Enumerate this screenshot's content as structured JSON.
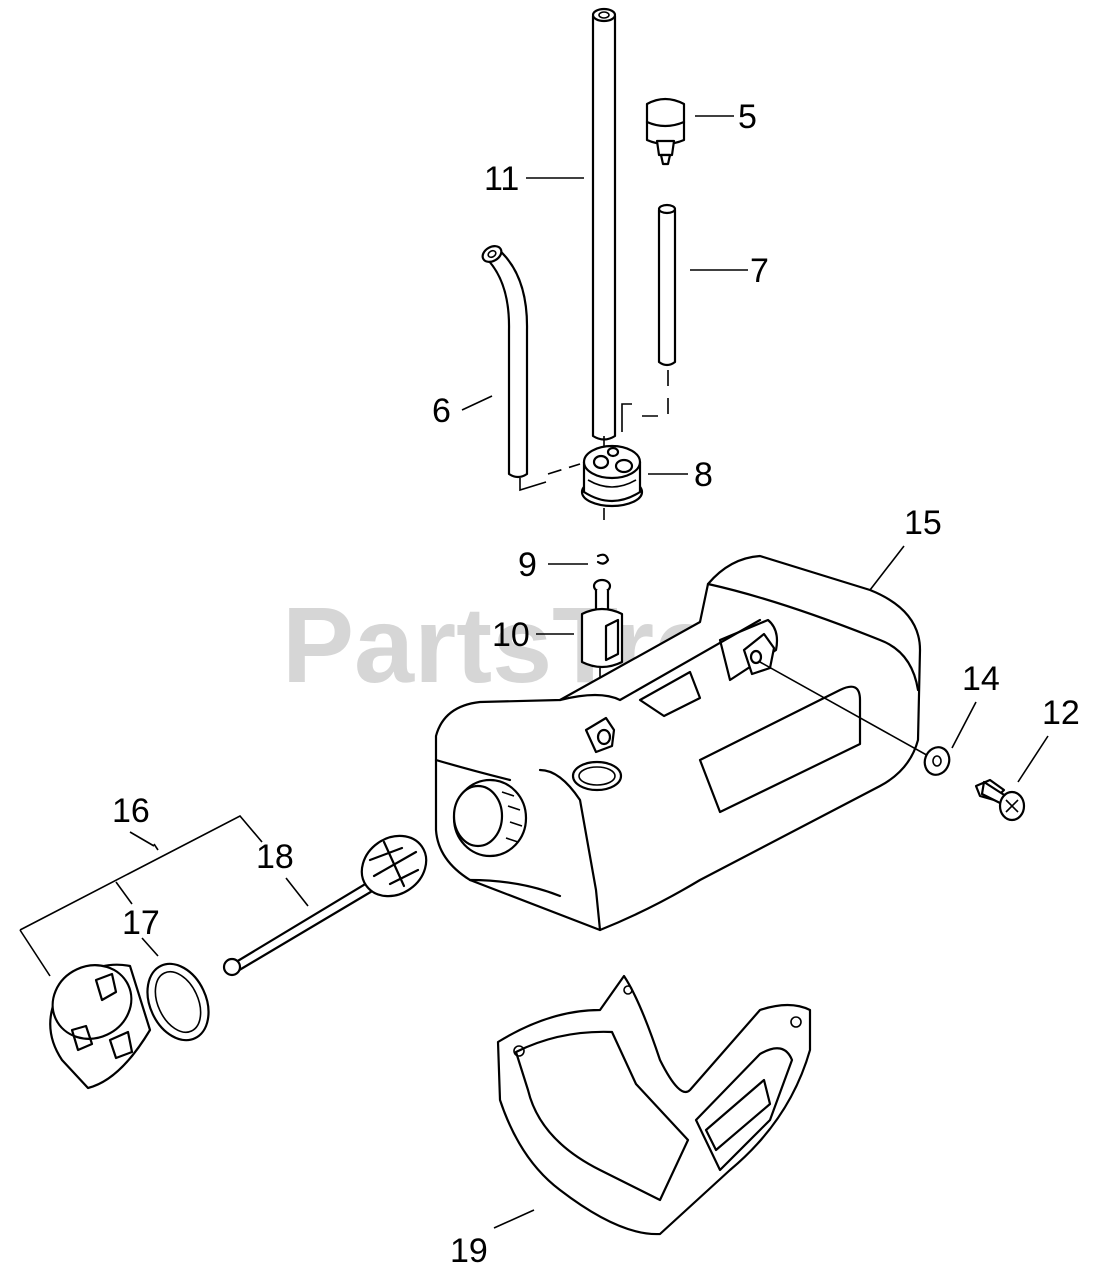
{
  "diagram": {
    "watermark": "PartsTree",
    "watermark_tm": "™",
    "callouts": {
      "p5": "5",
      "p6": "6",
      "p7": "7",
      "p8": "8",
      "p9": "9",
      "p10": "10",
      "p11": "11",
      "p12": "12",
      "p14": "14",
      "p15": "15",
      "p16": "16",
      "p17": "17",
      "p18": "18",
      "p19": "19"
    }
  }
}
